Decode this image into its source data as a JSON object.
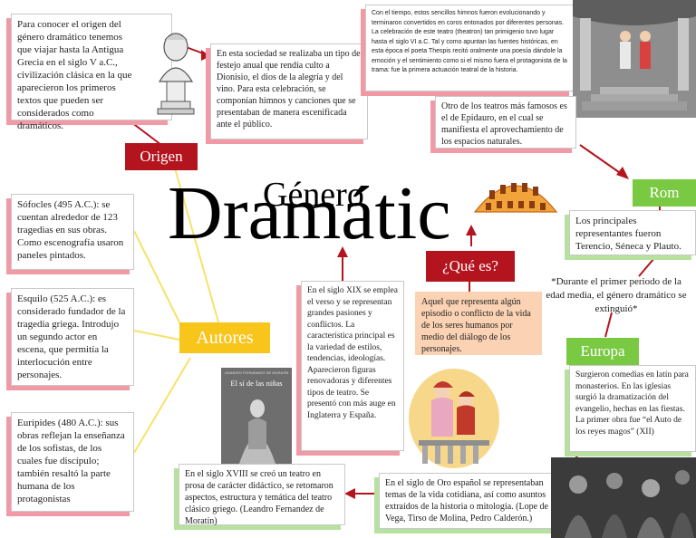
{
  "title": {
    "main": "Dramátic",
    "top": "Género"
  },
  "labels": {
    "origen": "Origen",
    "autores": "Autores",
    "que_es": "¿Qué es?",
    "rom": "Rom",
    "europa": "Europa"
  },
  "colors": {
    "red": "#b3141d",
    "green": "#7ac943",
    "yellow": "#f8c51b",
    "pink_shadow": "#f19aa6",
    "green_shadow": "#b6e19f",
    "peach": "#fbd2b3"
  },
  "boxes": {
    "intro": "Para conocer el origen del género dramático tenemos que viajar hasta la Antigua Grecia en el siglo V a.C., civilización clásica en la que aparecieron los primeros textos que pueden ser considerados como dramáticos.",
    "festejo": "En esta sociedad se realizaba un tipo de festejo anual que rendía culto a Dionisio, el dios de la alegría y del vino. Para esta celebración, se componían himnos y canciones que se presentaban de manera escenificada ante el público.",
    "tespis": "Con el tiempo, estos sencillos himnos fueron evolucionando y terminaron convertidos en coros entonados por diferentes personas. La celebración de este teatro (theatron) tan primigenio tuvo lugar hasta el siglo VI a.C. Tal y como apuntan las fuentes históricas, en esta época el poeta Thespis recitó oralmente una poesía dándole la emoción y el sentimiento como si el mismo fuera el protagonista de la trama: fue la primera actuación teatral de la historia.",
    "epidauro": "Otro de los teatros más famosos es el de Epidauro, en el cual se manifiesta el aprovechamiento de los espacios naturales.",
    "sofocles": "Sófocles (495 A.C.): se cuentan alrededor de 123 tragedias en sus obras. Como escenografía usaron paneles pintados.",
    "esquilo": "Esquilo (525 A.C.): es considerado fundador de la tragedia griega. Introdujo un segundo actor en escena, que permitía la interlocución entre personajes.",
    "euripides": "Eurípides (480 A.C.): sus obras reflejan la enseñanza de los sofistas, de los cuales fue discípulo; también resaltó la parte humana de los protagonistas",
    "siglo_xix": "En el siglo XIX se emplea el verso y se representan grandes pasiones y conflictos. La característica principal es la variedad de estilos, tendencias, ideologías. Aparecieron figuras renovadoras y diferentes tipos de teatro. Se presentó con más auge en Inglaterra y España.",
    "definicion": "Aquel que representa algún episodio o conflicto de la vida de los seres humanos por medio del diálogo de los personajes.",
    "romanos": "Los principales representantes fueron Terencio, Séneca y Plauto.",
    "quote": "*Durante el primer periodo de la edad media, el género dramático se extinguió*",
    "europa": "Surgieron comedias en latín para monasterios. En las iglesias surgió la dramatización del evangelio, hechas en las fiestas. La primer obra fue “el Auto de los reyes magos” (XII)",
    "siglo_oro": "En el siglo de Oro español se representaban temas de la vida cotidiana, así como asuntos extraídos de la historia o mitología. (Lope de Vega, Tirso de Molina, Pedro Calderón.)",
    "siglo_xviii": "En el siglo XVIII se creó un teatro en prosa de carácter didáctico, se retomaron aspectos, estructura y temática del teatro clásico griego. (Leandro Fernandez de Moratín)"
  },
  "book": {
    "author": "LEANDRO FERNÁNDEZ DE MORATÍN",
    "title": "El sí de las niñas"
  },
  "icons": [
    "greek-bust-icon",
    "colosseum-icon",
    "theater-stage-image",
    "romeo-juliet-image",
    "medieval-painting-image"
  ]
}
